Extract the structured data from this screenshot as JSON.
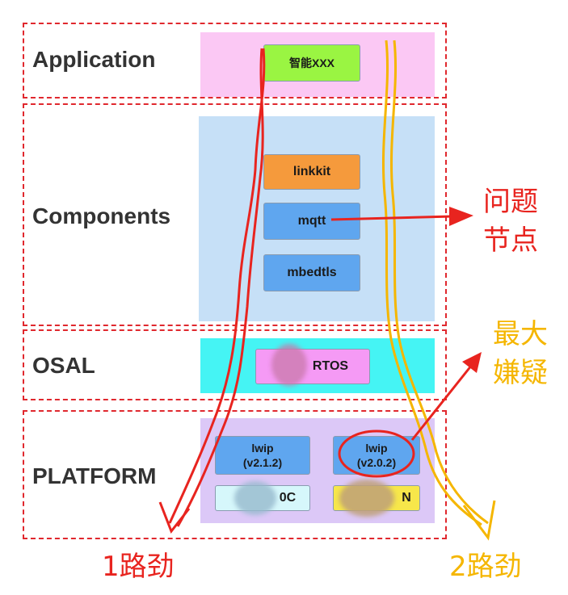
{
  "layers": {
    "application": {
      "label": "Application"
    },
    "components": {
      "label": "Components"
    },
    "osal": {
      "label": "OSAL"
    },
    "platform": {
      "label": "PLATFORM"
    }
  },
  "blocks": {
    "app_smart": "智能XXX",
    "linkkit": "linkkit",
    "mqtt": "mqtt",
    "mbedtls": "mbedtls",
    "rtos": "RTOS",
    "lwip_a_name": "lwip",
    "lwip_a_version": "(v2.1.2)",
    "lwip_b_name": "lwip",
    "lwip_b_version": "(v2.0.2)",
    "chip_a": "0C",
    "chip_b": "N"
  },
  "annotations": {
    "problem_node_line1": "问题",
    "problem_node_line2": "节点",
    "suspect_line1": "最大",
    "suspect_line2": "嫌疑",
    "path1": "1路劲",
    "path2": "2路劲"
  },
  "colors": {
    "dashed_border": "#e0282e",
    "path1_red": "#e8241f",
    "path2_yellow": "#f5b600",
    "app_panel": "#fbc8f4",
    "components_panel": "#c6e0f7",
    "osal_panel": "#45f4f4",
    "platform_panel": "#dcc8f7",
    "blue_block": "#5fa6ef",
    "orange_block": "#f59a3c",
    "green_block": "#9af542",
    "pink_block": "#f59af5",
    "lightcyan_block": "#d6f7fb",
    "yellow_block": "#f7e74a"
  }
}
